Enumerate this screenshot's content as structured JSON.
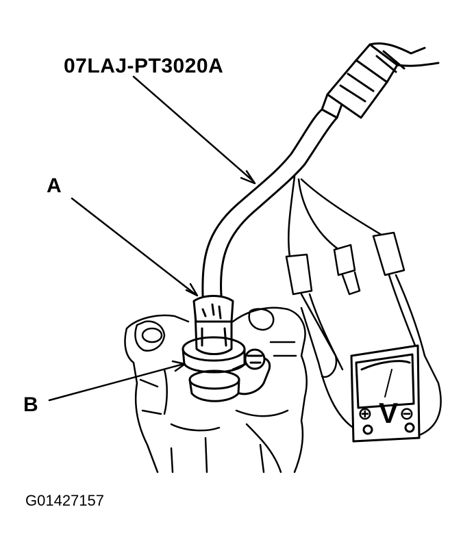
{
  "labels": {
    "tool_number": "07LAJ-PT3020A",
    "callout_a": "A",
    "callout_b": "B",
    "figure_code": "G01427157"
  },
  "voltmeter": {
    "unit": "V",
    "positive_symbol": "⊕",
    "negative_symbol": "⊖"
  }
}
